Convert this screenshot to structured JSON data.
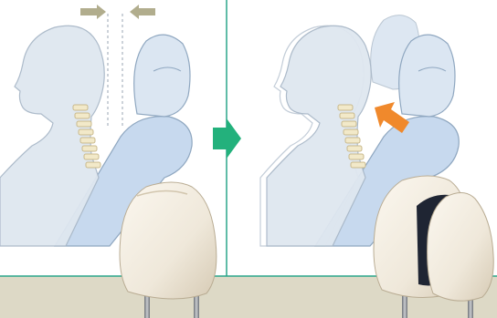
{
  "colors": {
    "background": "#ffffff",
    "divider_green": "#2aa58a",
    "floor_beige": "#ddd9c6",
    "silhouette_fill": "#dfe7f0",
    "silhouette_stroke": "#a9b8c8",
    "seat_fill": "#c7d9ee",
    "seat_stroke": "#8fa7c0",
    "spine": "#f2e9c9",
    "gap_arrow": "#b1ad8d",
    "transition_arrow": "#23b17c",
    "motion_arrow": "#f0892c",
    "headrest_cushion": "#efe8da",
    "headrest_shadow": "#cfc3ad",
    "headrest_inner": "#1f2533",
    "post_metal": "#8a8e94"
  },
  "icons": {
    "gap_arrows": "inward-arrows",
    "transition": "right-pointing-chevron",
    "motion": "diagonal-arrow-up-left"
  }
}
